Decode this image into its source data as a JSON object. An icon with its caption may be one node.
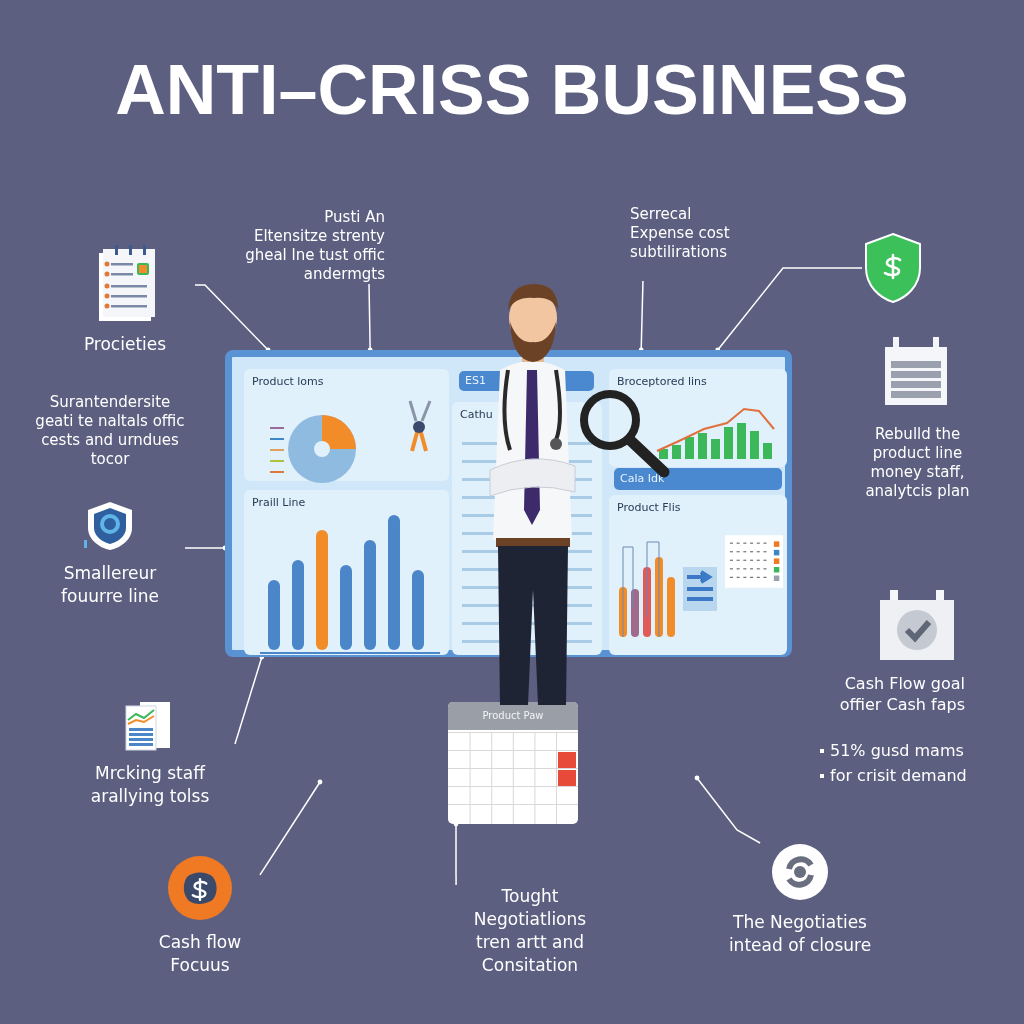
{
  "diagram": {
    "title": "ANTI–CRISS BUSINESS",
    "nodes": [
      {
        "text": [],
        "shape": "box"
      },
      {
        "text": [
          "Product loms"
        ],
        "in": 0
      },
      {
        "text": [
          "Praill Line"
        ],
        "in": 0
      },
      {
        "text": [
          "ES1"
        ],
        "in": 0
      },
      {
        "text": [
          "Cathu"
        ],
        "in": 0
      },
      {
        "text": [
          "Broceptored lins"
        ],
        "in": 0
      },
      {
        "text": [
          "Cala Idk"
        ],
        "in": 0
      },
      {
        "text": [
          "Product Flis"
        ],
        "in": 0
      },
      {
        "text": [
          "Procieties"
        ]
      },
      {
        "text": [
          "Pusti An",
          "Eltensitze strenty gheal lne tust offic andermgts"
        ]
      },
      {
        "text": [
          "Serrecal",
          "Expense cost subtilirations"
        ]
      },
      {
        "text": [],
        "shape": "picture"
      },
      {
        "text": [
          "Smallereur fouurre line"
        ]
      },
      {
        "text": [
          "Mrcking staff arallying tolss"
        ]
      },
      {
        "text": [
          "Cash flow Focuus"
        ]
      },
      {
        "text": [
          "Product Paw"
        ]
      },
      {
        "text": [
          "Tought Negotiatlions tren artt and Consitation"
        ]
      },
      {
        "text": [
          "The Negotiaties intead of closure"
        ]
      }
    ],
    "edges": [
      {
        "from": 8,
        "to": 0,
        "arrow": "other"
      },
      {
        "from": 9,
        "to": 0,
        "arrow": "other"
      },
      {
        "from": 10,
        "to": 0,
        "arrow": "other"
      },
      {
        "from": 11,
        "to": 0,
        "arrow": "other"
      },
      {
        "from": 12,
        "to": 0,
        "arrow": "other"
      },
      {
        "from": 13,
        "to": 0,
        "arrow": "other"
      },
      {
        "from": 14,
        "to": null,
        "arrow": "other"
      },
      {
        "from": 17,
        "to": null,
        "arrow": "other"
      },
      {
        "from": 16,
        "to": 15,
        "arrow": "other"
      }
    ],
    "labels": [
      "Surantendersite geati te naltals offic cests and urndues tocor",
      "Rebulld the product line money staff, analytcis plan",
      "Cash Flow goal offier Cash faps",
      "51% gusd mams",
      "for crisit demand"
    ]
  }
}
